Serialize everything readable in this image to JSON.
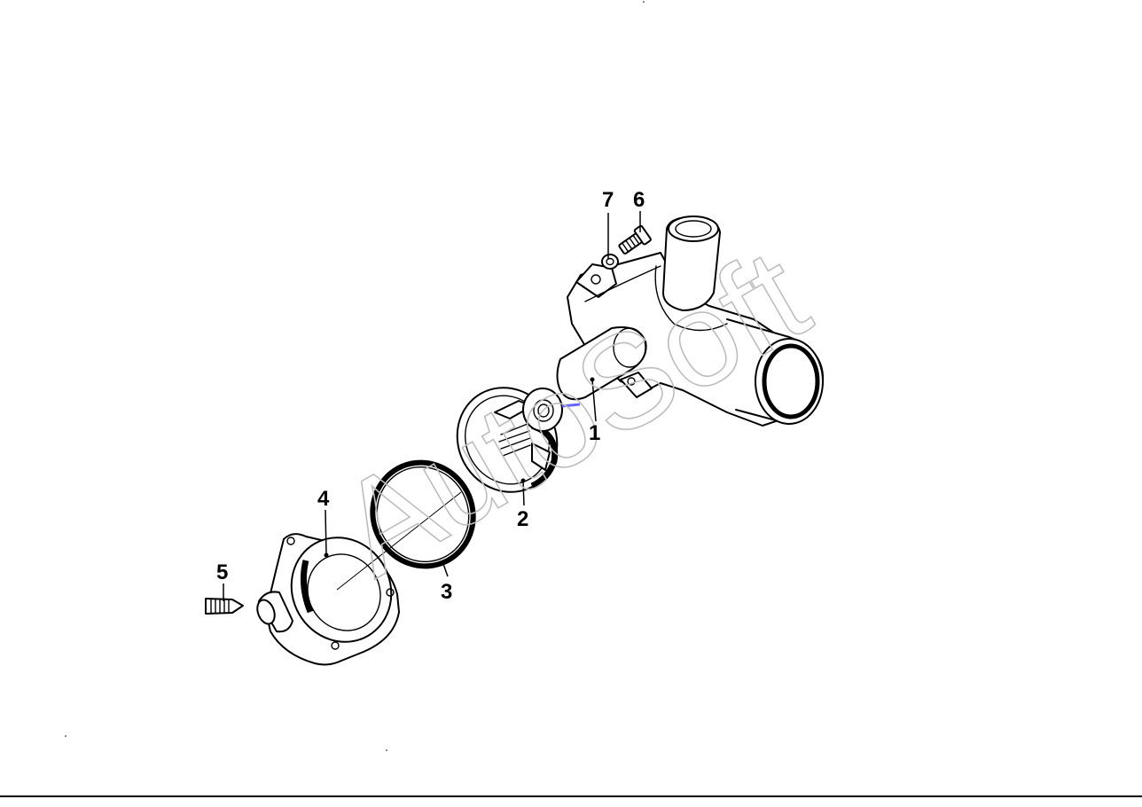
{
  "diagram": {
    "callouts": [
      {
        "id": "1",
        "label": "1",
        "part": "thermostat-housing"
      },
      {
        "id": "2",
        "label": "2",
        "part": "thermostat"
      },
      {
        "id": "3",
        "label": "3",
        "part": "o-ring-gasket"
      },
      {
        "id": "4",
        "label": "4",
        "part": "thermostat-cover"
      },
      {
        "id": "5",
        "label": "5",
        "part": "bleed-screw"
      },
      {
        "id": "6",
        "label": "6",
        "part": "hex-bolt"
      },
      {
        "id": "7",
        "label": "7",
        "part": "washer"
      }
    ],
    "watermark": "AutoSoft",
    "colors": {
      "line": "#000000",
      "background": "#ffffff",
      "watermark": "#bdbdbd",
      "marker": "#6666ff"
    }
  }
}
